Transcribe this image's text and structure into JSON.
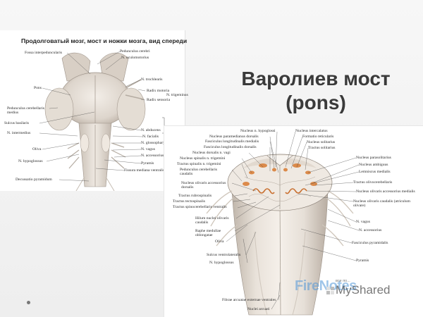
{
  "slide": {
    "title_lines": [
      "Варолиев мост",
      "(pons)"
    ]
  },
  "left_figure": {
    "caption": "Продолговатый мозг, мост и ножки мозга, вид спереди",
    "labels": [
      "Fossa interpeduncularis",
      "Pedunculus cerebri",
      "N. oculomotorius",
      "N. trochlearis",
      "Pons",
      "Radix motoria",
      "N. trigeminus",
      "Radix sensoria",
      "Pedunculus cerebellaris medius",
      "Sulcus basilaris",
      "N. abducens",
      "N. intermedius",
      "N. facialis",
      "N. glossopharyngeus",
      "Oliva",
      "N. vagus",
      "N. accessorius",
      "N. hypoglossus",
      "Pyramis",
      "Fissura mediana ventralis",
      "Decussatio pyramidum"
    ]
  },
  "right_figure": {
    "labels": [
      "Nucleus n. hypoglossi",
      "Nucleus intercalatus",
      "Nucleus paramedianus dorsalis",
      "Formatio reticularis",
      "Fasciculus longitudinalis medialis",
      "Nucleus solitarius",
      "Fasciculus longitudinalis dorsalis",
      "Tractus solitarius",
      "Nucleus dorsalis n. vagi",
      "Nucleus spinalis n. trigemini",
      "Nucleus parasolitarius",
      "Tractus spinalis n. trigemini",
      "Nucleus ambiguus",
      "Pedunculus cerebellaris caudalis",
      "Lemniscus medialis",
      "Nucleus olivaris accessorius dorsalis",
      "Tractus olivocerebellaris",
      "Tractus rubrospinalis",
      "Nucleus olivaris accessorius medialis",
      "Tractus tectospinalis",
      "Nucleus olivaris caudalis (atriculum olivare)",
      "Tractus spinocerebellaris ventralis",
      "Hilum nuclei olivaris caudalis",
      "N. vagus",
      "Raphe medullae oblongatae",
      "N. accessorius",
      "Oliva",
      "Fasciculus pyramidalis",
      "Sulcus ventrolateralis",
      "N. hypoglossus",
      "Pyramis",
      "Fibrae arcuatae externae ventrales",
      "Nuclei arcuati"
    ]
  },
  "watermark": {
    "logo_text": "FireNotes",
    "small_text": "все по...",
    "brand_text": "MyShared"
  },
  "colors": {
    "title": "#3a3a3a",
    "background": "#f3f3f3",
    "tissue_light": "#ece6de",
    "tissue_shadow": "#b9b0a6",
    "nucleus_orange": "#d9803a"
  }
}
